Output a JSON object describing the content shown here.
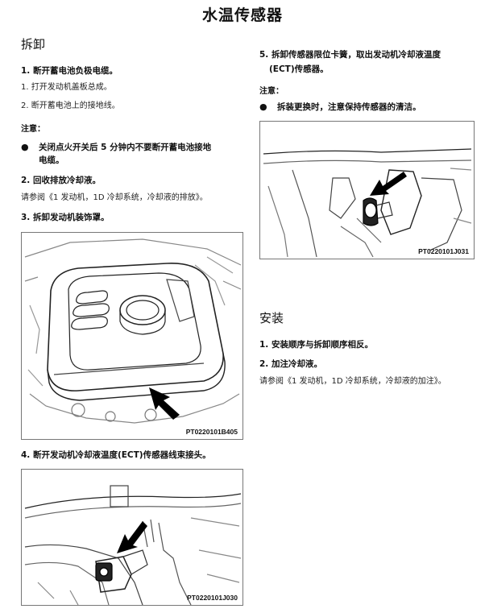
{
  "title": "水温传感器",
  "removal": {
    "heading": "拆卸",
    "step1": "1. 断开蓄电池负极电缆。",
    "step1_sub1": "1. 打开发动机盖板总成。",
    "step1_sub2": "2. 断开蓄电池上的接地线。",
    "note_label": "注意：",
    "bullet1_line1": "关闭点火开关后 5 分钟内不要断开蓄电池接地",
    "bullet1_line2": "电缆。",
    "step2": "2. 回收排放冷却液。",
    "step2_ref": "请参阅《1 发动机，1D 冷却系统，冷却液的排放》。",
    "step3": "3. 拆卸发动机装饰罩。",
    "fig1_code": "PT0220101B405",
    "step4": "4. 断开发动机冷却液温度(ECT)传感器线束接头。",
    "fig2_code": "PT0220101J030",
    "step5_line1": "5. 拆卸传感器限位卡簧，取出发动机冷却液温度",
    "step5_line2": "(ECT)传感器。",
    "note2_label": "注意：",
    "bullet2": "拆装更换时，注意保持传感器的清洁。",
    "fig3_code": "PT0220101J031"
  },
  "install": {
    "heading": "安装",
    "step1": "1. 安装顺序与拆卸顺序相反。",
    "step2": "2. 加注冷却液。",
    "step2_ref": "请参阅《1 发动机，1D 冷却系统，冷却液的加注》。"
  }
}
